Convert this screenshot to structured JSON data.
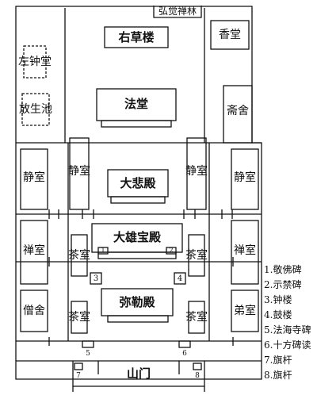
{
  "plan": {
    "top_sign": "弘觉禅林",
    "gate": "山门",
    "halls": {
      "library": "右草楼",
      "dharma_hall": "法堂",
      "great_compassion": "大悲殿",
      "mahavira": "大雄宝殿",
      "maitreya": "弥勒殿"
    },
    "rooms": {
      "fragrance_hall": "香堂",
      "left_top_box": "左钟堂",
      "left_mid_box": "放生池",
      "refectory": "斋舍",
      "outer_quiet_left": "静室",
      "inner_quiet_left": "静室",
      "inner_quiet_right": "静室",
      "outer_quiet_right": "静室",
      "meditation_left": "禅室",
      "meditation_right": "禅室",
      "tea_left": "茶室",
      "tea_right": "茶室",
      "tea_left_lower": "茶室",
      "tea_right_lower": "茶室",
      "guest_left": "僧舍",
      "guest_right": "弟室"
    },
    "markers": [
      "1",
      "2",
      "3",
      "4",
      "5",
      "6",
      "7",
      "8"
    ]
  },
  "legend": [
    "1.敬佛碑",
    "2.示禁碑",
    "3.钟楼",
    "4.鼓楼",
    "5.法海寺碑",
    "6.十方碑读",
    "7.旗杆",
    "8.旗杆"
  ]
}
